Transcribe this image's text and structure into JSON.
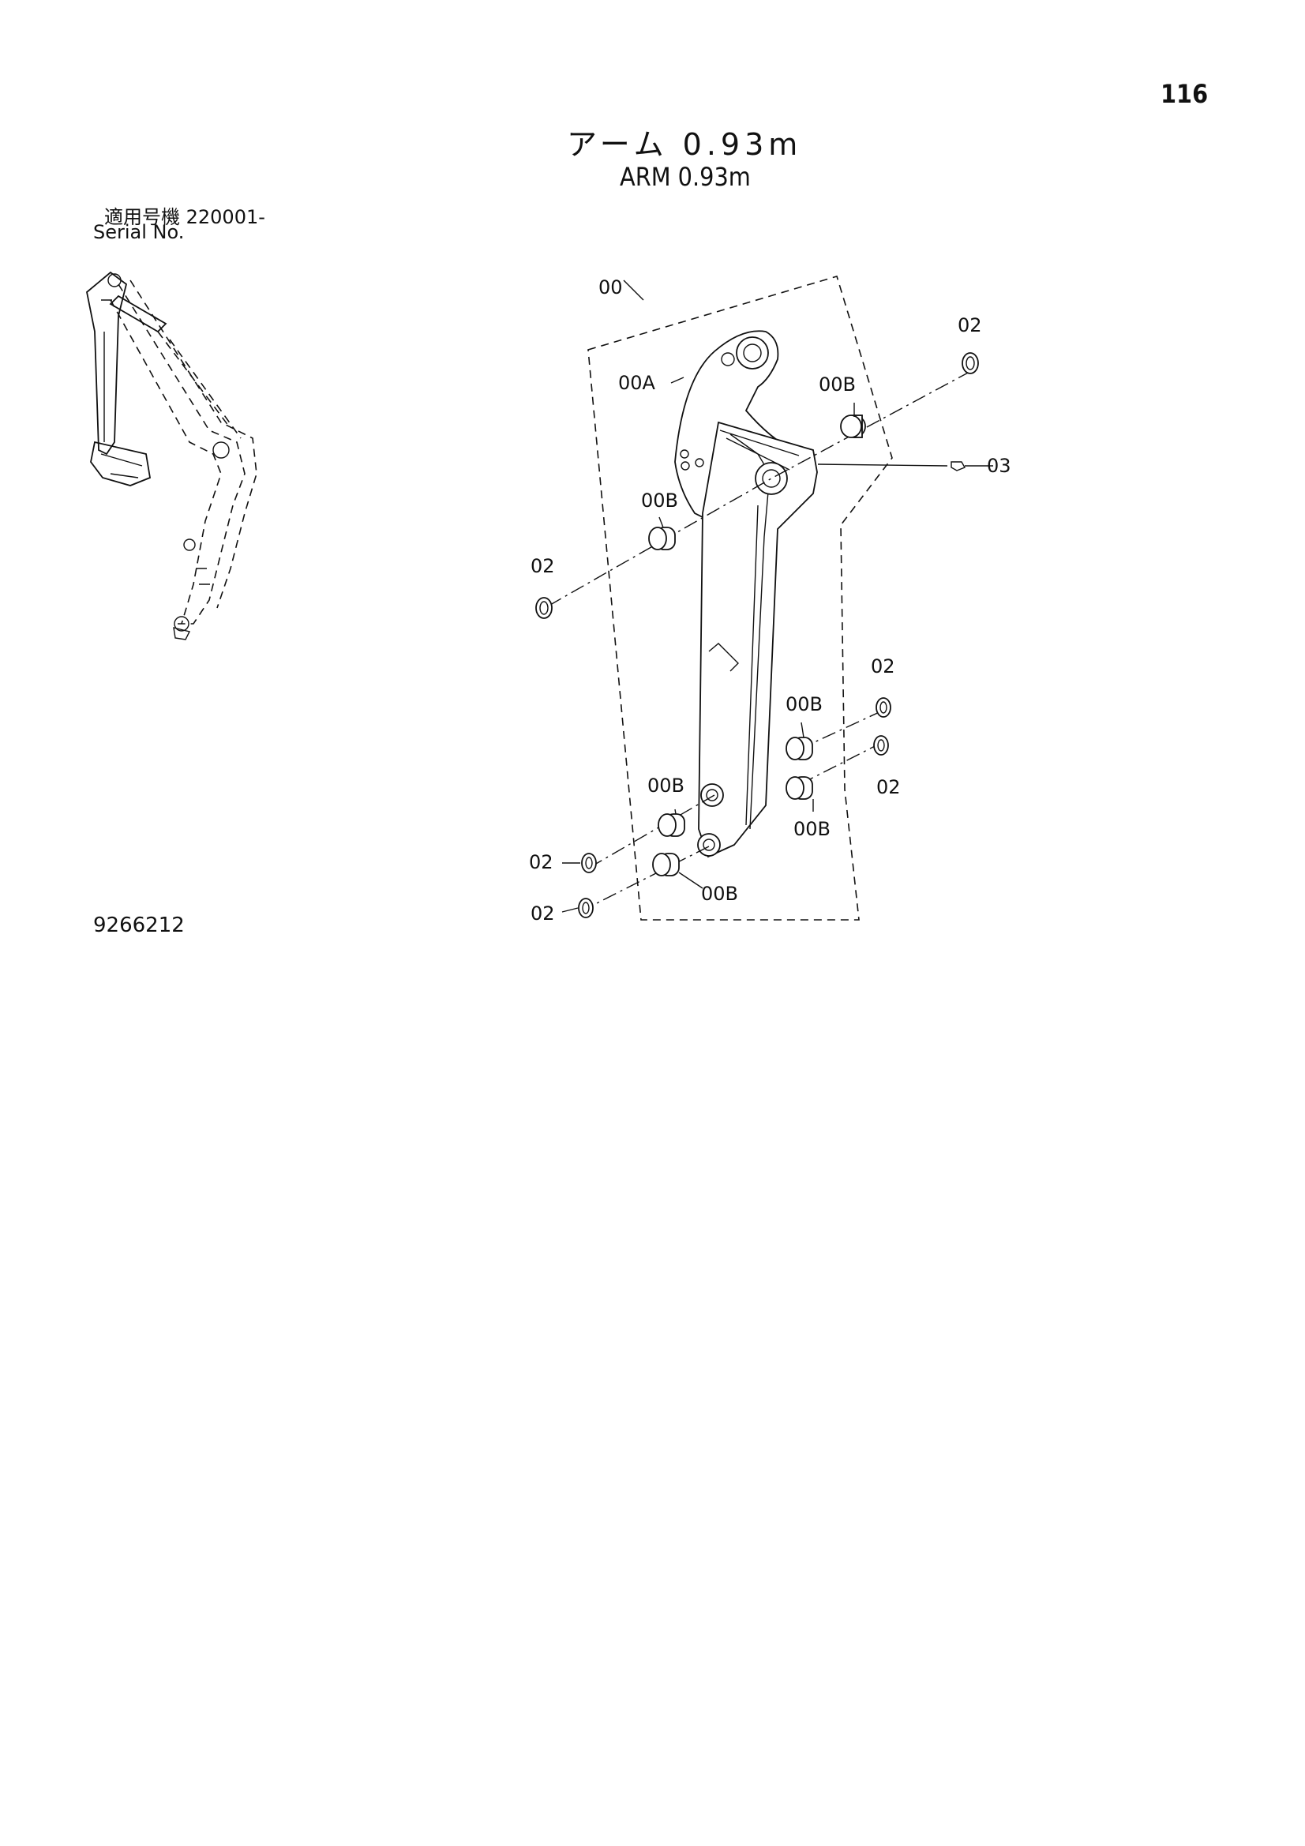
{
  "page": {
    "number": "116",
    "title_jp": "アーム 0.93m",
    "title_en": "ARM 0.93m",
    "serial_label_jp": "適用号機 220001-",
    "serial_label_en": "Serial No.",
    "drawing_number": "9266212"
  },
  "callouts": {
    "c00": "00",
    "c00a": "00A",
    "c00b_top": "00B",
    "c00b_mid": "00B",
    "c00b_low_r1": "00B",
    "c00b_low_r2": "00B",
    "c00b_low_l1": "00B",
    "c00b_low_l2": "00B",
    "c02_top": "02",
    "c02_mid": "02",
    "c02_low_r1": "02",
    "c02_low_r2": "02",
    "c02_low_l1": "02",
    "c02_low_l2": "02",
    "c03": "03"
  },
  "icons": [
    "excavator-arm-thumbnail",
    "arm-assembly-exploded"
  ]
}
